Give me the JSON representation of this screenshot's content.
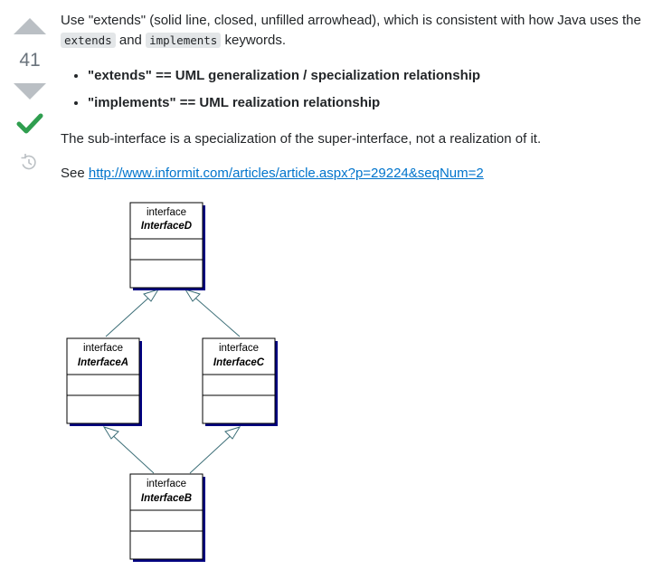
{
  "vote": {
    "count": "41"
  },
  "answer": {
    "p1_part1": "Use \"extends\" (solid line, closed, unfilled arrowhead), which is consistent with how Java uses the ",
    "code1": "extends",
    "p1_part2": " and ",
    "code2": "implements",
    "p1_part3": " keywords.",
    "bullets": [
      "\"extends\" == UML generalization / specialization relationship",
      "\"implements\" == UML realization relationship"
    ],
    "p2": "The sub-interface is a specialization of the super-interface, not a realization of it.",
    "p3_prefix": "See ",
    "link": "http://www.informit.com/articles/article.aspx?p=29224&seqNum=2"
  },
  "diagram": {
    "stereotype": "interface",
    "boxes": {
      "d": {
        "name": "InterfaceD"
      },
      "a": {
        "name": "InterfaceA"
      },
      "c": {
        "name": "InterfaceC"
      },
      "b": {
        "name": "InterfaceB"
      }
    }
  },
  "colors": {
    "link": "#0074cc",
    "accepted": "#2f9e4f",
    "vote_arrow": "#babfc4",
    "connector": "#3c6e77"
  },
  "icons": {
    "upvote": "caret-up-icon",
    "downvote": "caret-down-icon",
    "accepted": "checkmark-icon",
    "history": "history-icon"
  }
}
